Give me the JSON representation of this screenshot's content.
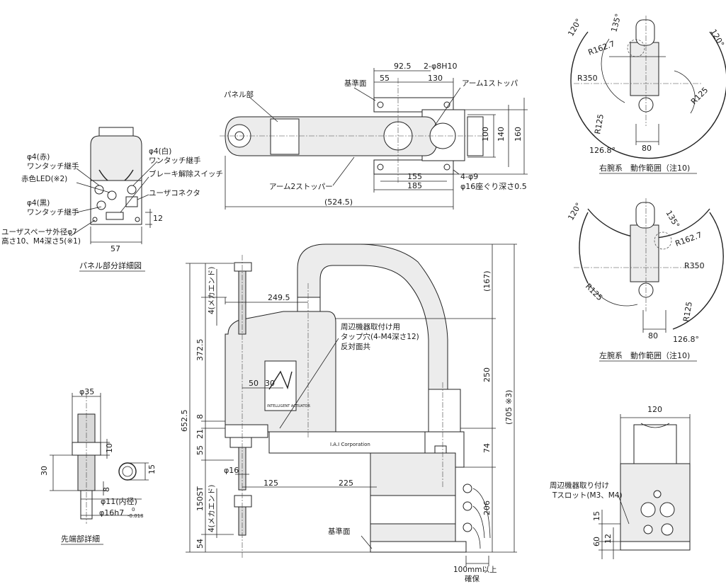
{
  "panel_detail": {
    "caption": "パネル部分詳細図",
    "phi4_red_line1": "φ4(赤)",
    "phi4_red_line2": "ワンタッチ継手",
    "red_led": "赤色LED(※2)",
    "phi4_white_line1": "φ4(白)",
    "phi4_white_line2": "ワンタッチ継手",
    "brake_switch": "ブレーキ解除スイッチ",
    "user_connector": "ユーザコネクタ",
    "phi4_black_line1": "φ4(黒)",
    "phi4_black_line2": "ワンタッチ継手",
    "user_spacer_line1": "ユーザスペーサ外径φ7",
    "user_spacer_line2": "高さ10、M4深さ5(※1)",
    "dim_12": "12",
    "dim_57": "57"
  },
  "top_view": {
    "panel_label": "パネル部",
    "datum_plane": "基準面",
    "arm1_stopper": "アーム1ストッパ",
    "arm2_stopper": "アーム2ストッパー",
    "dim_92_5": "92.5",
    "dim_55": "55",
    "dim_2phi8": "2-φ8H10",
    "dim_130": "130",
    "dim_100": "100",
    "dim_140": "140",
    "dim_160": "160",
    "dim_155": "155",
    "dim_185": "185",
    "dim_4phi9": "4-φ9",
    "dim_counterbore": "φ16座ぐり深さ0.5",
    "dim_524_5": "(524.5)"
  },
  "right_arm_range": {
    "caption": "右腕系　動作範囲（注10)",
    "a120": "120°",
    "a135": "135°",
    "r162_7": "R162.7",
    "r350": "R350",
    "r125a": "R125",
    "r125b": "R125",
    "a126_8": "126.8°",
    "d80": "80"
  },
  "left_arm_range": {
    "caption": "左腕系　動作範囲（注10)",
    "a120": "120°",
    "a135": "135°",
    "r162_7": "R162.7",
    "r350": "R350",
    "r125a": "R125",
    "r125b": "R125",
    "a126_8": "126.8°",
    "d80": "80"
  },
  "side_view": {
    "peripheral_tap_line1": "周辺機器取付け用",
    "peripheral_tap_line2": "タップ穴(4-M4深さ12)",
    "peripheral_tap_line3": "反対面共",
    "mech_end_top": "4(メカエンド)",
    "mech_end_bottom": "4(メカエンド)",
    "dim_249_5": "249.5",
    "dim_372_5": "372.5",
    "dim_652_5": "652.5",
    "dim_50": "50",
    "dim_30": "30",
    "dim_8": "8",
    "dim_21": "21",
    "dim_55": "55",
    "dim_150st": "150ST",
    "dim_54": "54",
    "dim_phi16": "φ16",
    "dim_125": "125",
    "dim_225": "225",
    "dim_167": "(167)",
    "dim_250": "250",
    "dim_705": "(705 ※3)",
    "dim_74": "74",
    "dim_206": "206",
    "datum_plane": "基準面",
    "clearance_line1": "100mm以上",
    "clearance_line2": "確保",
    "brand": "I.A.I Corporation",
    "logo_text": "INTELLIGENT ACTUATOR"
  },
  "tip_detail": {
    "caption": "先端部詳細",
    "dim_phi35": "φ35",
    "dim_10": "10",
    "dim_30": "30",
    "dim_15": "15",
    "dim_8": "8",
    "dim_phi11": "φ11(内径)",
    "dim_phi16h7": "φ16h7",
    "tol_upper": "0",
    "tol_lower": "-0.018"
  },
  "end_view": {
    "dim_120": "120",
    "tslot_line1": "周辺機器取り付け",
    "tslot_line2": "Tスロット(M3、M4)",
    "dim_15": "15",
    "dim_12": "12",
    "dim_60": "60"
  }
}
